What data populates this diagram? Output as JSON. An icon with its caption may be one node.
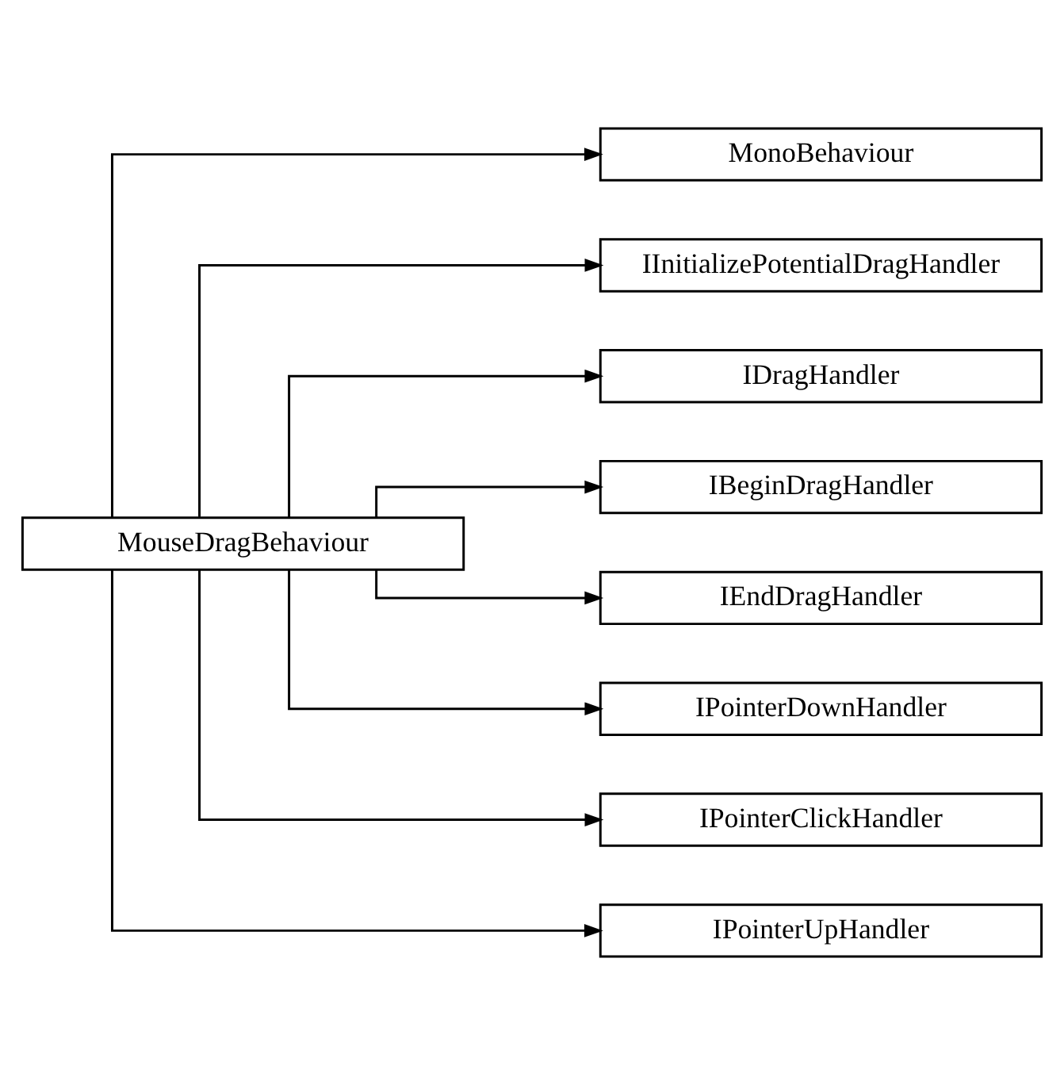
{
  "diagram": {
    "nodes": [
      {
        "text": [
          "MonoBehaviour"
        ]
      },
      {
        "text": [
          "IInitializePotentialDragHandler"
        ]
      },
      {
        "text": [
          "IDragHandler"
        ]
      },
      {
        "text": [
          "IBeginDragHandler"
        ]
      },
      {
        "text": [
          "IEndDragHandler"
        ]
      },
      {
        "text": [
          "IPointerDownHandler"
        ]
      },
      {
        "text": [
          "IPointerClickHandler"
        ]
      },
      {
        "text": [
          "IPointerUpHandler"
        ]
      },
      {
        "text": [
          "MouseDragBehaviour"
        ]
      }
    ],
    "edges": [
      {
        "from": 8,
        "to": 0,
        "arrow": "to"
      },
      {
        "from": 8,
        "to": 1,
        "arrow": "to"
      },
      {
        "from": 8,
        "to": 2,
        "arrow": "to"
      },
      {
        "from": 8,
        "to": 3,
        "arrow": "to"
      },
      {
        "from": 8,
        "to": 4,
        "arrow": "to"
      },
      {
        "from": 8,
        "to": 5,
        "arrow": "to"
      },
      {
        "from": 8,
        "to": 6,
        "arrow": "to"
      },
      {
        "from": 8,
        "to": 7,
        "arrow": "to"
      }
    ]
  }
}
